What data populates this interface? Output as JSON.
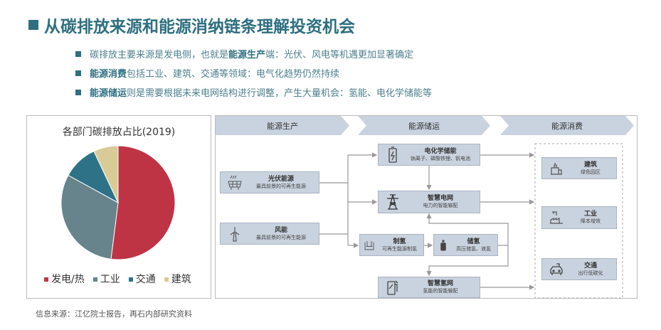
{
  "title": "从碳排放来源和能源消纳链条理解投资机会",
  "bullets": [
    {
      "bold": "",
      "text": "碳排放主要来源是发电侧，也就是",
      "bold2": "能源生产",
      "tail": "端：光伏、风电等机遇更加显著确定"
    },
    {
      "bold": "能源消费",
      "text": "包括工业、建筑、交通等领域：电气化趋势仍然持续"
    },
    {
      "bold": "能源储运",
      "text": "则是需要根据未来电网结构进行调整，产生大量机会：氢能、电化学储能等"
    }
  ],
  "chart_data": {
    "type": "pie",
    "title": "各部门碳排放占比(2019)",
    "categories": [
      "发电/热",
      "工业",
      "交通",
      "建筑"
    ],
    "values": [
      52,
      31,
      10,
      7
    ],
    "colors": [
      "#be3445",
      "#67838b",
      "#2e7287",
      "#d8cb97"
    ],
    "legend": "bottom"
  },
  "diagram": {
    "stages": [
      "能源生产",
      "能源储运",
      "能源消费"
    ],
    "nodes": {
      "pv": {
        "title": "光伏能源",
        "sub": "最具前景的可再生能源"
      },
      "wind": {
        "title": "风能",
        "sub": "最具前景的可再生能源"
      },
      "battery": {
        "title": "电化学储能",
        "sub": "钠离子、磷酸铁锂、钒电池"
      },
      "grid": {
        "title": "智慧电网",
        "sub": "电力的智能输配"
      },
      "h2make": {
        "title": "制氢",
        "sub": "可再生能源制氢"
      },
      "h2store": {
        "title": "储氢",
        "sub": "高压储氢、液氢"
      },
      "h2grid": {
        "title": "智慧氢网",
        "sub": "氢能的智能输配"
      },
      "building": {
        "title": "建筑",
        "sub": "绿色园区"
      },
      "industry": {
        "title": "工业",
        "sub": "降本增效"
      },
      "transport": {
        "title": "交通",
        "sub": "出行低碳化"
      }
    }
  },
  "source": "信息来源：江亿院士报告，再石内部研究资料"
}
